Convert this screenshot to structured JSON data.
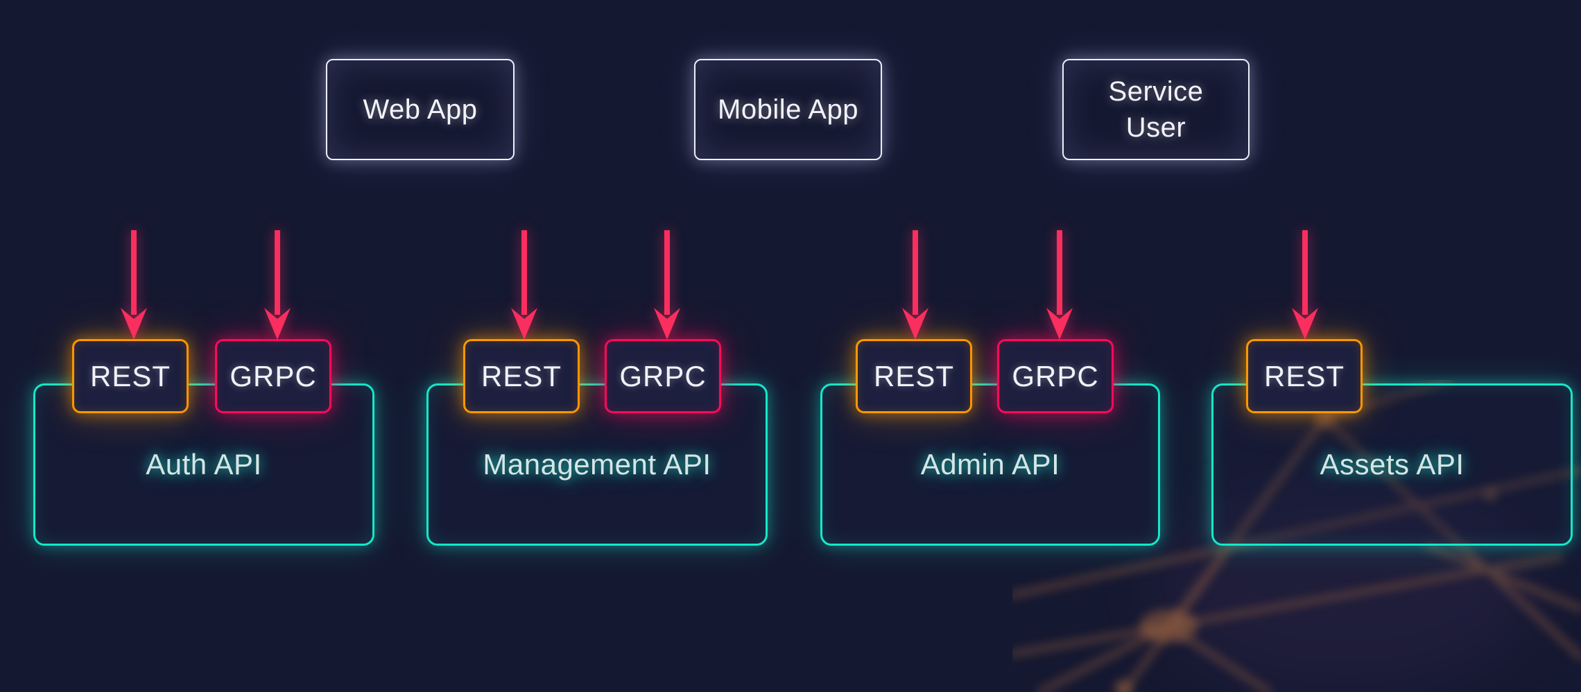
{
  "clients": [
    {
      "label": "Web App"
    },
    {
      "label": "Mobile App"
    },
    {
      "label": "Service User"
    }
  ],
  "apis": [
    {
      "label": "Auth API",
      "protocols": [
        "REST",
        "GRPC"
      ]
    },
    {
      "label": "Management API",
      "protocols": [
        "REST",
        "GRPC"
      ]
    },
    {
      "label": "Admin API",
      "protocols": [
        "REST",
        "GRPC"
      ]
    },
    {
      "label": "Assets API",
      "protocols": [
        "REST"
      ]
    }
  ],
  "colors": {
    "background": "#151831",
    "client_border": "#edeff7",
    "api_border": "#17e7c9",
    "rest_border": "#fe9800",
    "grpc_border": "#fb0b57",
    "arrow": "#fb2e60"
  }
}
